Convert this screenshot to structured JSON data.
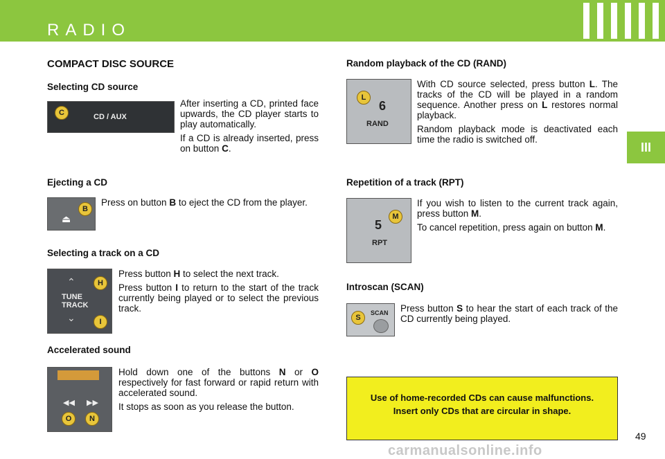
{
  "header": {
    "title": "RADIO",
    "tab": "III"
  },
  "left": {
    "section_title": "COMPACT DISC SOURCE",
    "selecting_source": {
      "heading": "Selecting CD source",
      "p1": "After inserting a CD, printed face upwards, the CD player starts to play automatically.",
      "p2_pre": "If a CD is already inserted, press on button ",
      "p2_btn": "C",
      "p2_post": ".",
      "image_button": "C",
      "image_label": "CD / AUX"
    },
    "ejecting": {
      "heading": "Ejecting a CD",
      "p1_pre": "Press on button ",
      "p1_btn": "B",
      "p1_post": " to eject the CD from the player.",
      "image_button": "B"
    },
    "selecting_track": {
      "heading": "Selecting a track on a CD",
      "p1_pre": "Press button ",
      "p1_btn": "H",
      "p1_post": " to select the next track.",
      "p2_pre": "Press button ",
      "p2_btn": "I",
      "p2_post": " to return to the start of the track currently being played or to select the previous track.",
      "image_button_1": "H",
      "image_button_2": "I",
      "image_label": "TUNE TRACK"
    },
    "accelerated": {
      "heading": "Accelerated sound",
      "p1_pre": "Hold down one of the buttons ",
      "p1_btn1": "N",
      "p1_mid": " or ",
      "p1_btn2": "O",
      "p1_post": " respectively for fast forward or rapid return with accelerated sound.",
      "p2": "It stops as soon as you release the button.",
      "image_button_1": "O",
      "image_button_2": "N"
    }
  },
  "right": {
    "random": {
      "heading": "Random playback of the CD (RAND)",
      "p1_pre": "With CD source selected, press button ",
      "p1_btn": "L",
      "p1_mid": ". The tracks of the CD will be played in a random sequence. Another press on ",
      "p1_btn2": "L",
      "p1_post": " restores normal playback.",
      "p2": "Random playback mode is deactivated each time the radio is switched off.",
      "image_button": "L",
      "image_label": "RAND"
    },
    "repeat": {
      "heading": "Repetition of a track (RPT)",
      "p1_pre": "If you wish to listen to the current track again, press button ",
      "p1_btn": "M",
      "p1_post": ".",
      "p2_pre": "To cancel repetition, press again on button ",
      "p2_btn": "M",
      "p2_post": ".",
      "image_button": "M",
      "image_label": "RPT"
    },
    "scan": {
      "heading": "Introscan (SCAN)",
      "p1_pre": "Press button ",
      "p1_btn": "S",
      "p1_post": " to hear the start of each track of the CD currently being played.",
      "image_button": "S",
      "image_label": "SCAN"
    },
    "warning": {
      "line1": "Use of home-recorded CDs can cause malfunctions.",
      "line2": "Insert only CDs that are circular in shape."
    }
  },
  "page_number": "49",
  "footer_watermark": "carmanualsonline.info",
  "colors": {
    "green": "#8cc63f",
    "warning_bg": "#f2ee1e",
    "button_yellow": "#e8c53a"
  }
}
